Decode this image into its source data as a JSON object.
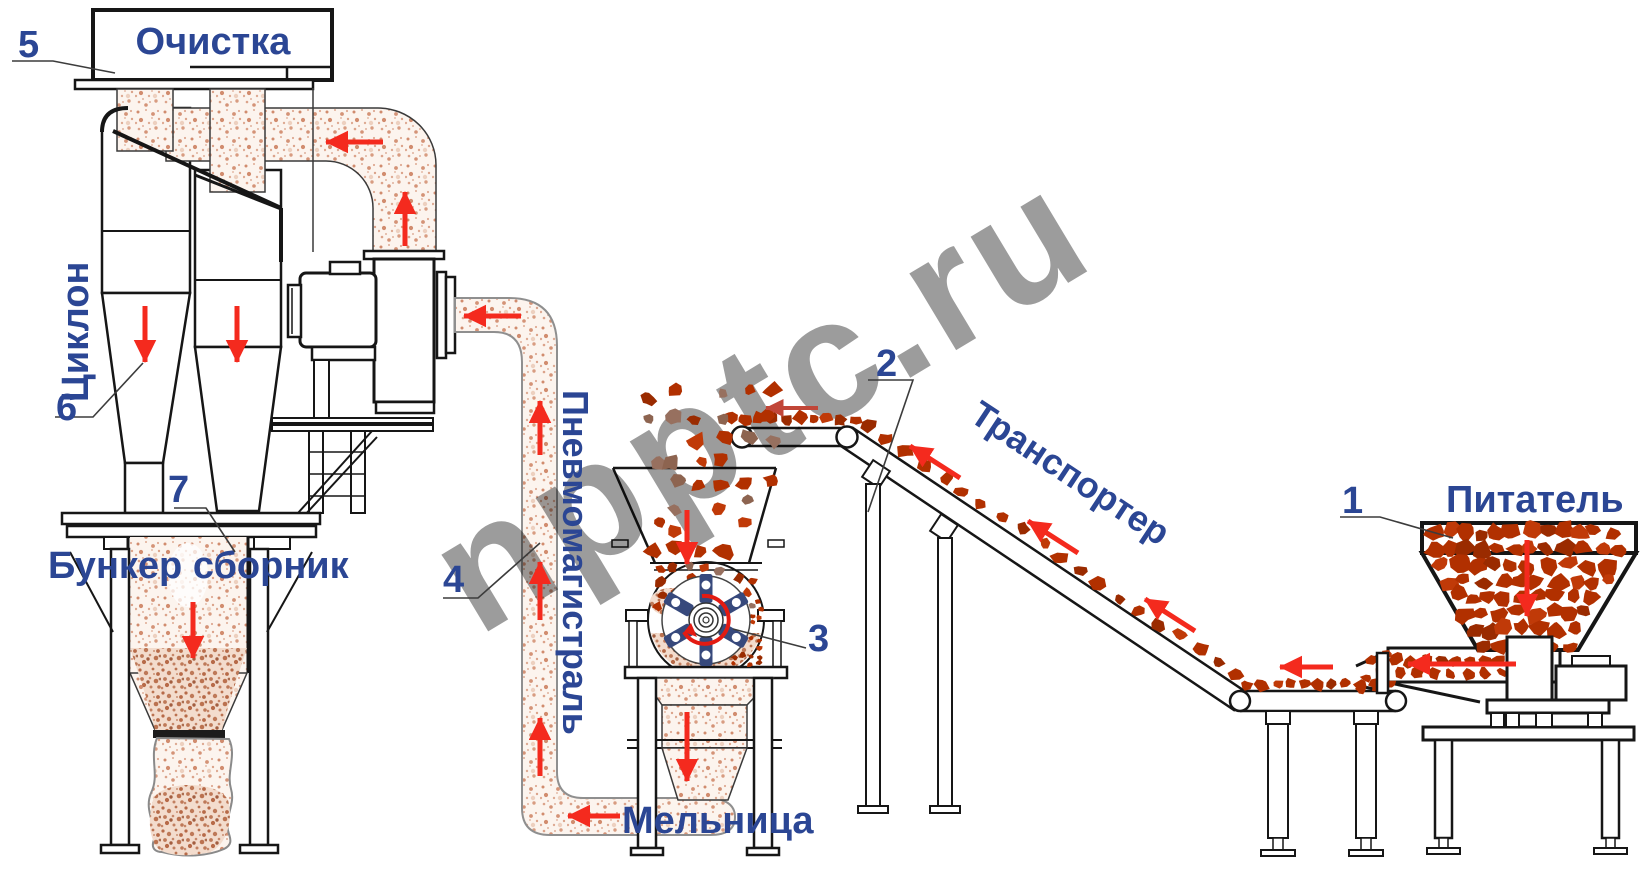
{
  "diagram": {
    "watermark": "npptc.ru",
    "components": {
      "cleaning": {
        "label": "Очистка"
      },
      "cyclone": {
        "label": "Циклон"
      },
      "collection_bunker": {
        "label": "Бункер сборник"
      },
      "pneumatic_line": {
        "label": "Пневмомагистраль"
      },
      "mill": {
        "label": "Мельница"
      },
      "conveyor": {
        "label": "Транспортер"
      },
      "feeder": {
        "label": "Питатель"
      }
    },
    "callouts": [
      {
        "number": "1",
        "refers_to": "Питатель"
      },
      {
        "number": "2",
        "refers_to": "Транспортер"
      },
      {
        "number": "3",
        "refers_to": "Мельница"
      },
      {
        "number": "4",
        "refers_to": "Пневмомагистраль"
      },
      {
        "number": "5",
        "refers_to": "Очистка"
      },
      {
        "number": "6",
        "refers_to": "Циклон"
      },
      {
        "number": "7",
        "refers_to": "Бункер сборник"
      }
    ],
    "colors": {
      "label_blue": "#2b4694",
      "arrow_red": "#f42a1e",
      "arrow_dark_red": "#c14638",
      "chunk_rust": "#b13000",
      "chunk_brown": "#8d6450",
      "watermark_gray": "#9c9c9c",
      "rotor_paddle_navy": "#37497c"
    }
  }
}
